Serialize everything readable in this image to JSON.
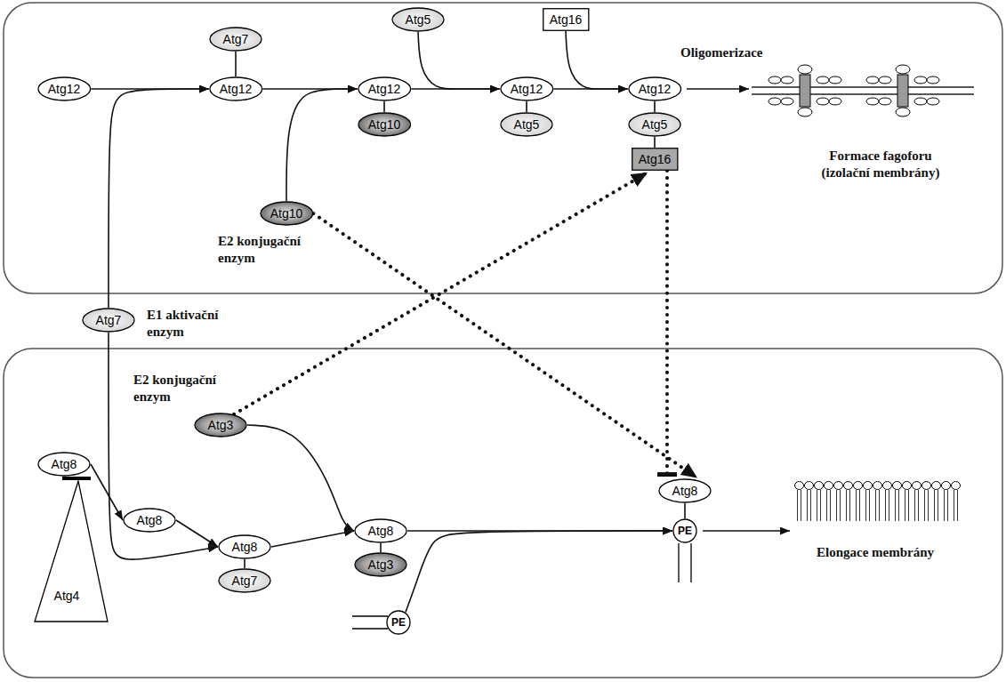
{
  "diagram": {
    "nodes": [
      {
        "text": [
          "Atg12"
        ]
      },
      {
        "text": [
          "Atg7"
        ]
      },
      {
        "text": [
          "Atg12"
        ]
      },
      {
        "text": [
          "Atg5"
        ]
      },
      {
        "text": [
          "Atg16"
        ]
      },
      {
        "text": [
          "Atg12"
        ]
      },
      {
        "text": [
          "Atg10"
        ]
      },
      {
        "text": [
          "Atg12"
        ]
      },
      {
        "text": [
          "Atg5"
        ]
      },
      {
        "text": [
          "Atg12"
        ]
      },
      {
        "text": [
          "Atg5"
        ]
      },
      {
        "text": [
          "Atg16"
        ]
      },
      {
        "text": [
          "Atg10"
        ]
      },
      {
        "text": [
          "Atg7"
        ]
      },
      {
        "text": [
          "Atg3"
        ]
      },
      {
        "text": [
          "Atg8"
        ]
      },
      {
        "text": [
          "Atg4"
        ]
      },
      {
        "text": [
          "Atg8"
        ]
      },
      {
        "text": [
          "Atg8"
        ]
      },
      {
        "text": [
          "Atg7"
        ]
      },
      {
        "text": [
          "Atg8"
        ]
      },
      {
        "text": [
          "Atg3"
        ]
      },
      {
        "text": [
          "PE"
        ]
      },
      {
        "text": [
          "Atg8"
        ]
      },
      {
        "text": [
          "PE"
        ]
      }
    ],
    "edges": [
      {
        "from": 0,
        "to": 2,
        "arrow": "to"
      },
      {
        "from": 1,
        "to": 2,
        "arrow": "none"
      },
      {
        "from": 13,
        "to": 2,
        "arrow": "to"
      },
      {
        "from": 2,
        "to": 5,
        "arrow": "to"
      },
      {
        "from": 5,
        "to": 6,
        "arrow": "none"
      },
      {
        "from": 12,
        "to": 5,
        "arrow": "to"
      },
      {
        "from": 5,
        "to": 7,
        "arrow": "to"
      },
      {
        "from": 7,
        "to": 8,
        "arrow": "none"
      },
      {
        "from": 3,
        "to": 7,
        "arrow": "to"
      },
      {
        "from": 7,
        "to": 9,
        "arrow": "to"
      },
      {
        "from": 4,
        "to": 9,
        "arrow": "to"
      },
      {
        "from": 9,
        "to": 10,
        "arrow": "none"
      },
      {
        "from": 10,
        "to": 11,
        "arrow": "none"
      },
      {
        "from": 15,
        "to": 17,
        "arrow": "to"
      },
      {
        "from": 17,
        "to": 18,
        "arrow": "to"
      },
      {
        "from": 13,
        "to": 18,
        "arrow": "to"
      },
      {
        "from": 18,
        "to": 19,
        "arrow": "none"
      },
      {
        "from": 18,
        "to": 20,
        "arrow": "to"
      },
      {
        "from": 14,
        "to": 20,
        "arrow": "to"
      },
      {
        "from": 20,
        "to": 21,
        "arrow": "none"
      },
      {
        "from": 20,
        "to": 24,
        "arrow": "to"
      },
      {
        "from": 22,
        "to": 24,
        "arrow": "to"
      },
      {
        "from": 23,
        "to": 24,
        "arrow": "none"
      },
      {
        "from": 12,
        "to": 23,
        "arrow": "to"
      },
      {
        "from": 14,
        "to": 11,
        "arrow": "to"
      },
      {
        "from": 11,
        "to": 23,
        "arrow": "to"
      }
    ],
    "labels": [
      "Oligomerizace",
      "Formace fagoforu (izolační membrány)",
      "E2 konjugační enzym",
      "E1 aktivační enzym",
      "E2 konjugační enzym",
      "Elongace membrány"
    ]
  }
}
